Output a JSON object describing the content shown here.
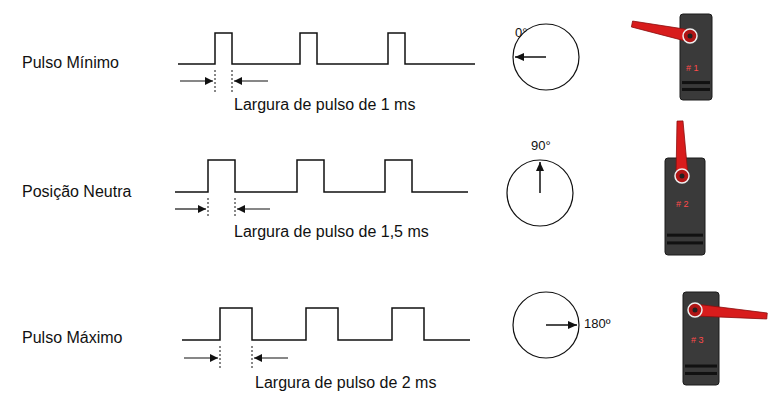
{
  "diagram": {
    "nodes": [
      {
        "text": [
          "0°"
        ]
      },
      {
        "text": [
          "# 1"
        ]
      },
      {
        "text": [
          "90°"
        ]
      },
      {
        "text": [
          "# 2"
        ]
      },
      {
        "text": [
          "180º"
        ]
      },
      {
        "text": [
          "# 3"
        ]
      }
    ],
    "labels": [
      "Pulso Mínimo",
      "Largura de pulso de 1 ms",
      "Posição Neutra",
      "Largura de pulso de 1,5 ms",
      "Pulso Máximo",
      "Largura de pulso de 2 ms"
    ]
  }
}
